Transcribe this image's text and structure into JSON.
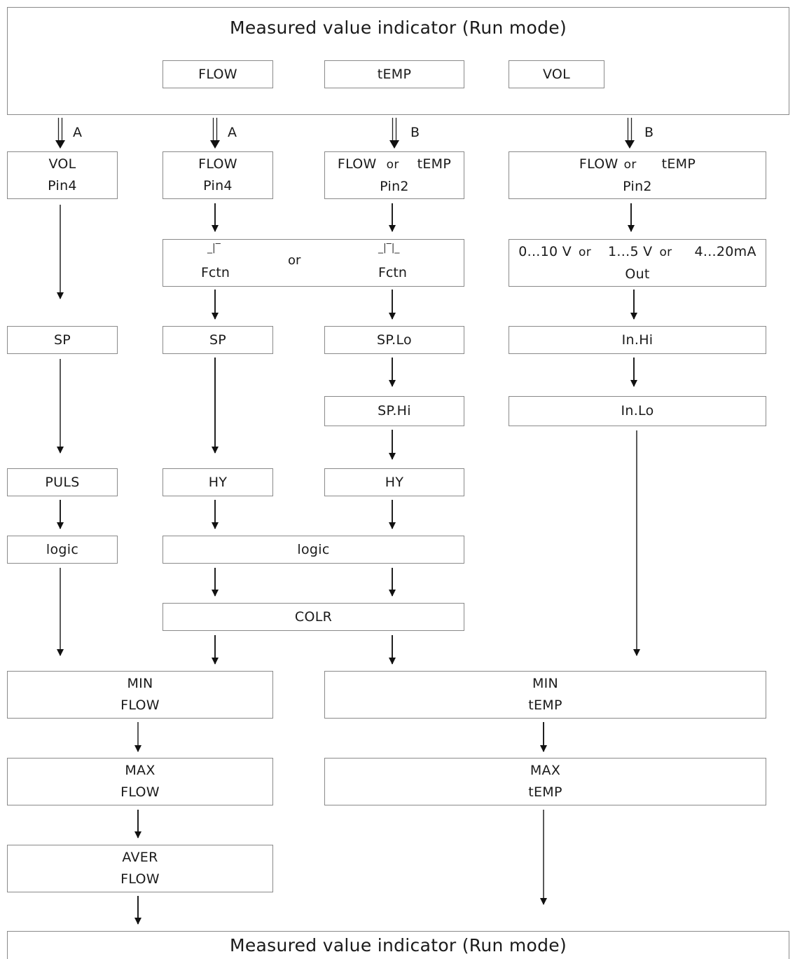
{
  "run_mode_top": "Measured value indicator (Run mode)",
  "run_mode_bottom": "Measured value indicator (Run mode)",
  "menu": {
    "flow": "FLOW",
    "temp": "tEMP",
    "vol": "VOL"
  },
  "branch_labels": {
    "a1": "A",
    "a2": "A",
    "b1": "B",
    "b2": "B"
  },
  "col1": {
    "vol": "VOL",
    "pin4": "Pin4",
    "sp": "SP",
    "puls": "PULS",
    "logic": "logic"
  },
  "col2": {
    "flow": "FLOW",
    "pin4": "Pin4",
    "sp": "SP",
    "hy": "HY"
  },
  "col3": {
    "flow": "FLOW",
    "or": "or",
    "temp": "tEMP",
    "pin2": "Pin2",
    "splo": "SP.Lo",
    "sphi": "SP.Hi",
    "hy": "HY"
  },
  "col4": {
    "flow": "FLOW",
    "or": "or",
    "temp": "tEMP",
    "pin2": "Pin2",
    "v10": "0...10 V",
    "or1": "or",
    "v5": "1...5 V",
    "or2": "or",
    "ma": "4...20mA",
    "out": "Out",
    "inhi": "In.Hi",
    "inlo": "In.Lo"
  },
  "fctn": {
    "sym_a": "_|‾",
    "or": "or",
    "sym_b": "_|‾|_",
    "label_a": "Fctn",
    "label_b": "Fctn"
  },
  "logic_shared": "logic",
  "colr": "COLR",
  "stats_flow": {
    "min": "MIN",
    "max": "MAX",
    "aver": "AVER",
    "flow1": "FLOW",
    "flow2": "FLOW",
    "flow3": "FLOW"
  },
  "stats_temp": {
    "min": "MIN",
    "max": "MAX",
    "temp1": "tEMP",
    "temp2": "tEMP"
  }
}
